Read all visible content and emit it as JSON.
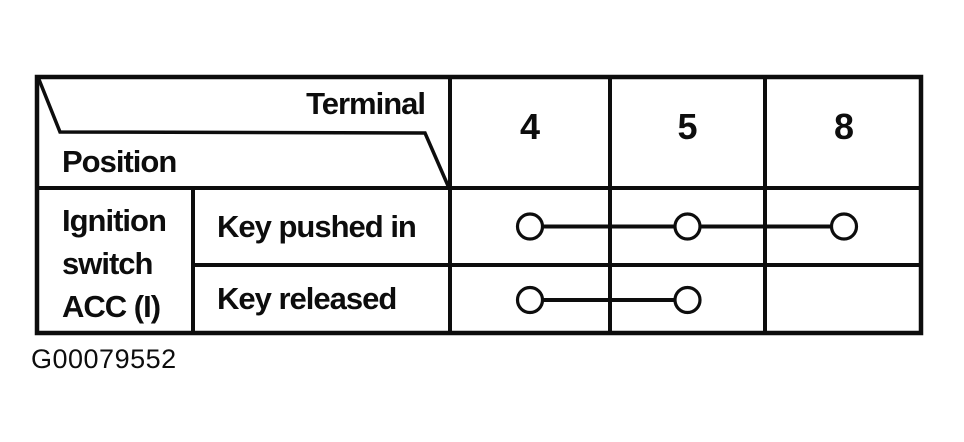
{
  "figure": {
    "id_label": "G00079552"
  },
  "table": {
    "header": {
      "terminal_label": "Terminal",
      "position_label": "Position",
      "terminals": [
        "4",
        "5",
        "8"
      ]
    },
    "row_group": {
      "label": "Ignition switch ACC (I)",
      "lines": [
        "Ignition",
        "switch",
        "ACC (I)"
      ]
    },
    "rows": [
      {
        "label": "Key pushed in",
        "connected_terminals": [
          "4",
          "5",
          "8"
        ]
      },
      {
        "label": "Key released",
        "connected_terminals": [
          "4",
          "5"
        ]
      }
    ]
  },
  "colors": {
    "ink": "#0d0d0d",
    "paper": "#ffffff"
  }
}
